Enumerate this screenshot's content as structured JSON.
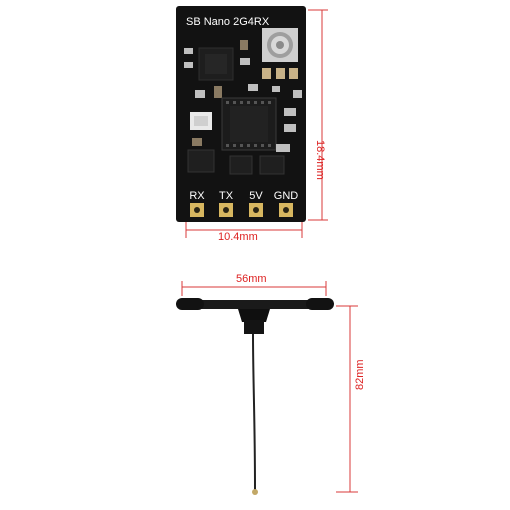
{
  "board": {
    "title": "SB Nano  2G4RX",
    "pins": [
      "RX",
      "TX",
      "5V",
      "GND"
    ]
  },
  "dimensions": {
    "board_height": "18.4mm",
    "board_width": "10.4mm",
    "antenna_width": "56mm",
    "antenna_height": "82mm"
  },
  "colors": {
    "dimension_line": "#d93a3a",
    "pcb": "#121212",
    "pad_gold": "#d8b760"
  }
}
